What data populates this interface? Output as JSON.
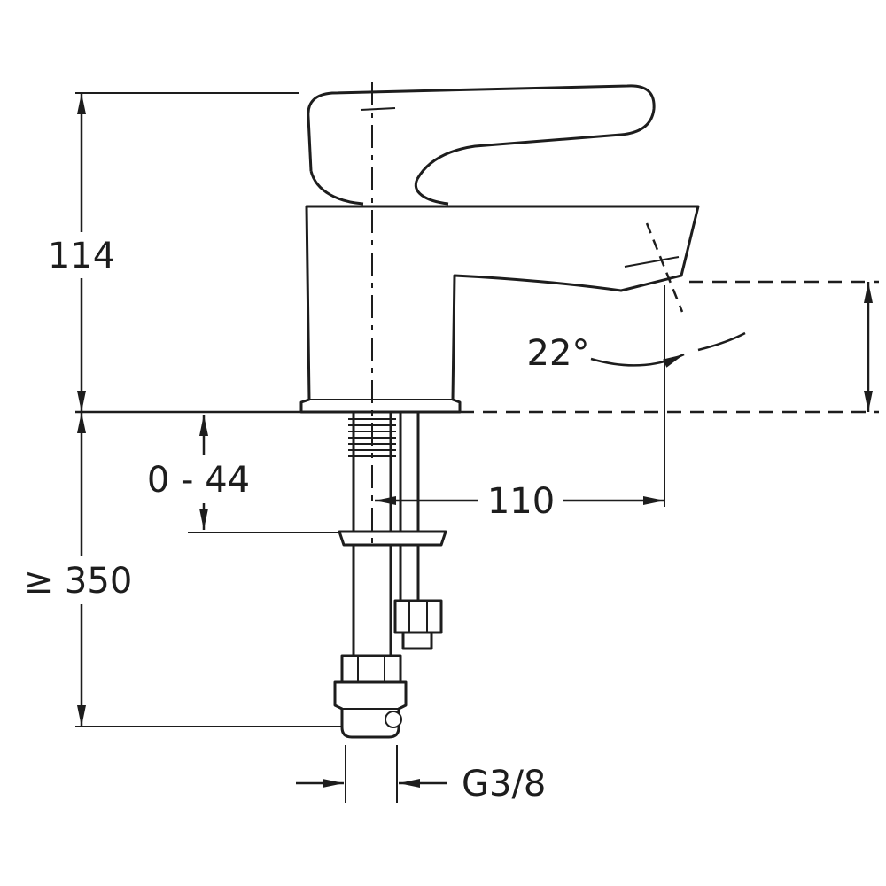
{
  "labels": {
    "height_above_deck": "114",
    "deck_thickness_range": "0 - 44",
    "min_depth": "≥ 350",
    "spout_reach": "110",
    "spout_angle": "22°",
    "thread_size": "G3/8"
  },
  "colors": {
    "line": "#1d1d1d",
    "background": "#ffffff"
  }
}
